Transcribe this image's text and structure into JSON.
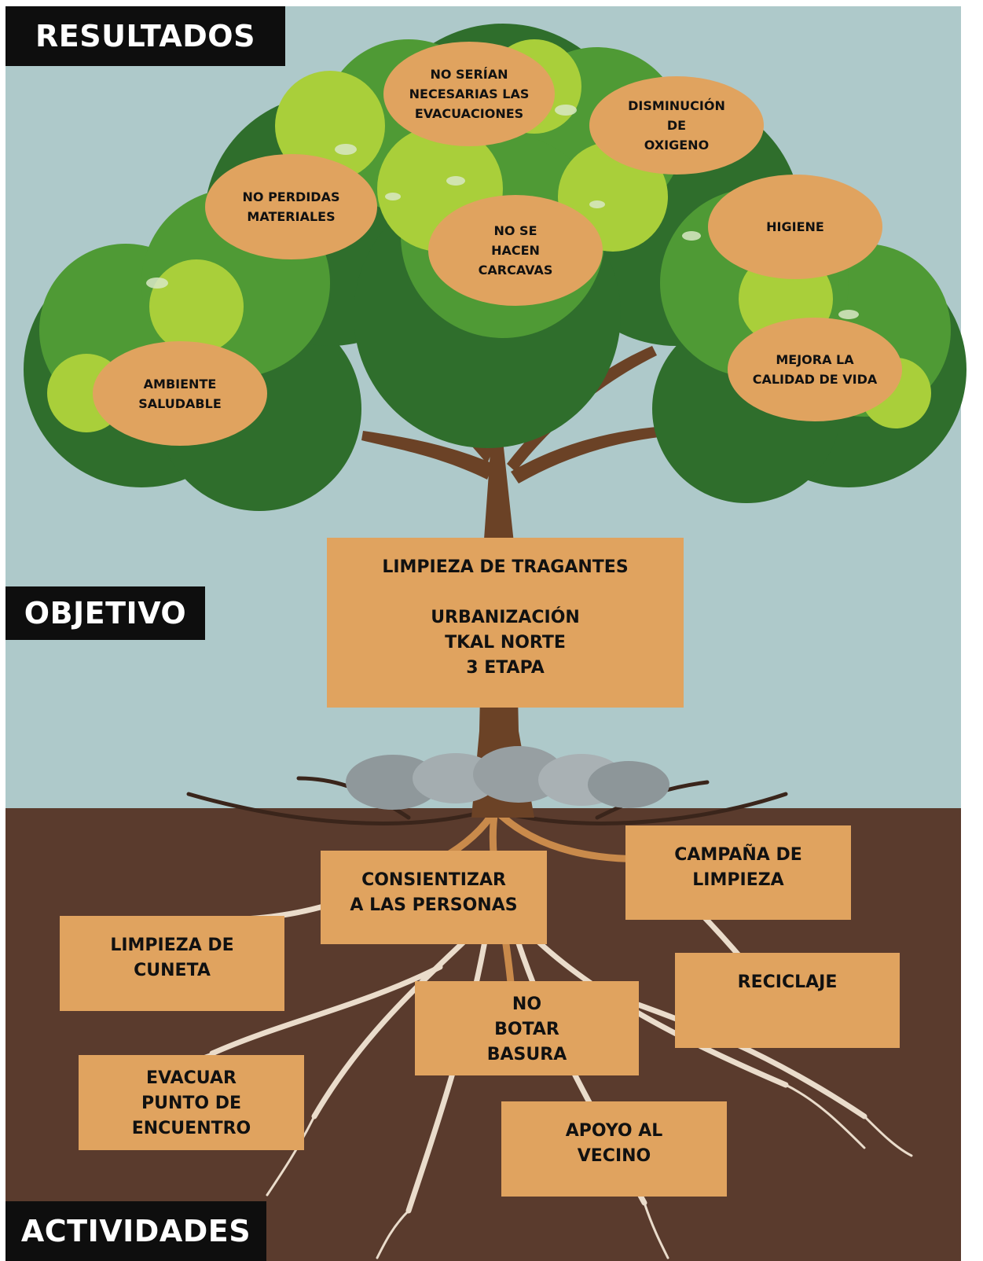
{
  "sections": {
    "results": "RESULTADOS",
    "objective": "OBJETIVO",
    "activities": "ACTIVIDADES"
  },
  "objective_text": "LIMPIEZA DE TRAGANTES\n\nURBANIZACIÓN\nTKAL NORTE\n3 ETAPA",
  "results": [
    "NO SERÍAN\nNECESARIAS LAS\nEVACUACIONES",
    "DISMINUCIÓN\nDE\nOXIGENO",
    "NO PERDIDAS\nMATERIALES",
    "NO SE\nHACEN\nCARCAVAS",
    "HIGIENE",
    "AMBIENTE\nSALUDABLE",
    "MEJORA LA\nCALIDAD DE VIDA"
  ],
  "activities": [
    "CONSIENTIZAR\nA LAS PERSONAS",
    "CAMPAÑA DE\nLIMPIEZA",
    "LIMPIEZA DE\nCUNETA",
    "RECICLAJE",
    "NO\nBOTAR\nBASURA",
    "EVACUAR\nPUNTO DE\nENCUENTRO",
    "APOYO AL\nVECINO"
  ],
  "colors": {
    "sky": "#aec9ca",
    "soil": "#5a3b2d",
    "leaf_dark": "#2f6e2c",
    "leaf_mid": "#4f9a35",
    "leaf_light": "#a9cf3a",
    "trunk": "#6b4226",
    "card": "#e0a35f",
    "label_bg": "#0e0e0e",
    "root_light": "#eadccb",
    "rock": "#9aa3a6"
  }
}
